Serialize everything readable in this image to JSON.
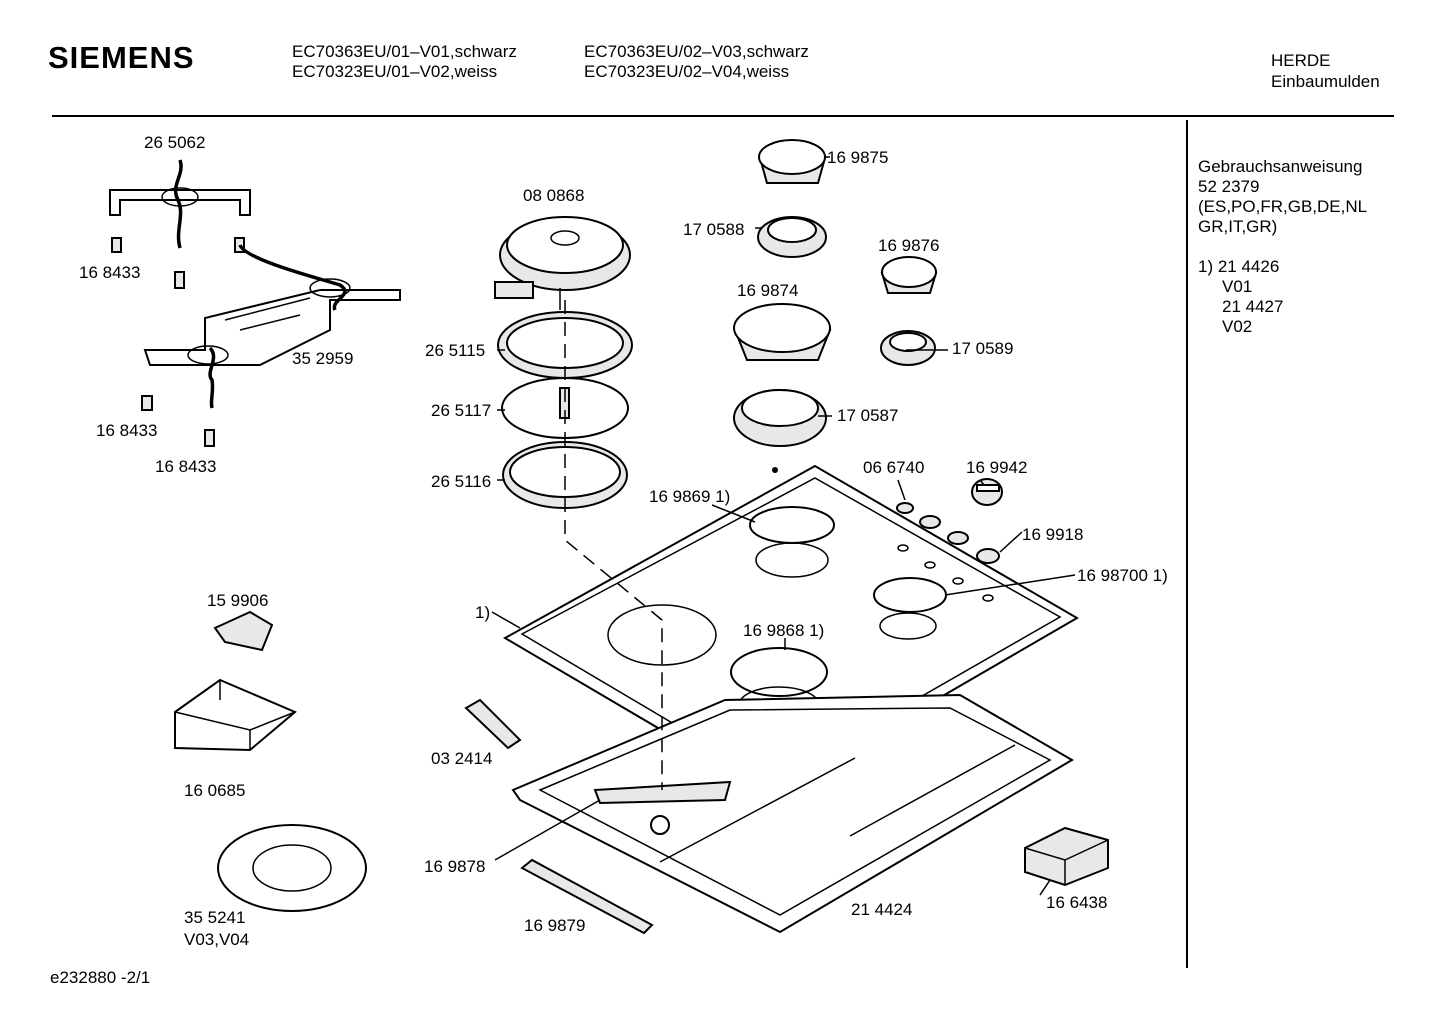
{
  "header": {
    "brand": "SIEMENS",
    "models_col1": [
      "EC70363EU/01–V01,schwarz",
      "EC70323EU/01–V02,weiss"
    ],
    "models_col2": [
      "EC70363EU/02–V03,schwarz",
      "EC70323EU/02–V04,weiss"
    ],
    "category_line1": "HERDE",
    "category_line2": "Einbaumulden"
  },
  "side_panel": {
    "manual_title": "Gebrauchsanweisung",
    "manual_number": "52 2379",
    "manual_langs_line1": "(ES,PO,FR,GB,DE,NL",
    "manual_langs_line2": "GR,IT,GR)",
    "note_1_ref": "1) 21 4426",
    "note_1_variant": "V01",
    "note_2_ref": "21 4427",
    "note_2_variant": "V02"
  },
  "parts": [
    {
      "id": "p265062",
      "label": "26 5062"
    },
    {
      "id": "p168433a",
      "label": "16 8433"
    },
    {
      "id": "p352959",
      "label": "35 2959"
    },
    {
      "id": "p168433b",
      "label": "16 8433"
    },
    {
      "id": "p168433c",
      "label": "16 8433"
    },
    {
      "id": "p080868",
      "label": "08 0868"
    },
    {
      "id": "p265115",
      "label": "26 5115"
    },
    {
      "id": "p265117",
      "label": "26 5117"
    },
    {
      "id": "p265116",
      "label": "26 5116"
    },
    {
      "id": "p169875",
      "label": "16 9875"
    },
    {
      "id": "p170588",
      "label": "17 0588"
    },
    {
      "id": "p169876",
      "label": "16 9876"
    },
    {
      "id": "p169874",
      "label": "16 9874"
    },
    {
      "id": "p170589",
      "label": "17 0589"
    },
    {
      "id": "p170587",
      "label": "17 0587"
    },
    {
      "id": "p066740",
      "label": "06 6740"
    },
    {
      "id": "p169942",
      "label": "16 9942"
    },
    {
      "id": "p169869",
      "label": "16 9869 1)"
    },
    {
      "id": "p169918",
      "label": "16 9918"
    },
    {
      "id": "p1698700",
      "label": "16 98700 1)"
    },
    {
      "id": "p159906",
      "label": "15 9906"
    },
    {
      "id": "pnote1",
      "label": "1)"
    },
    {
      "id": "p169868",
      "label": "16 9868 1)"
    },
    {
      "id": "p160685",
      "label": "16 0685"
    },
    {
      "id": "p032414",
      "label": "03 2414"
    },
    {
      "id": "p169878",
      "label": "16 9878"
    },
    {
      "id": "p355241",
      "label": "35 5241"
    },
    {
      "id": "pv0304",
      "label": "V03,V04"
    },
    {
      "id": "p169879",
      "label": "16 9879"
    },
    {
      "id": "p214424",
      "label": "21 4424"
    },
    {
      "id": "p166438",
      "label": "16 6438"
    }
  ],
  "footer": {
    "drawing_id": "e232880  -2/1"
  }
}
